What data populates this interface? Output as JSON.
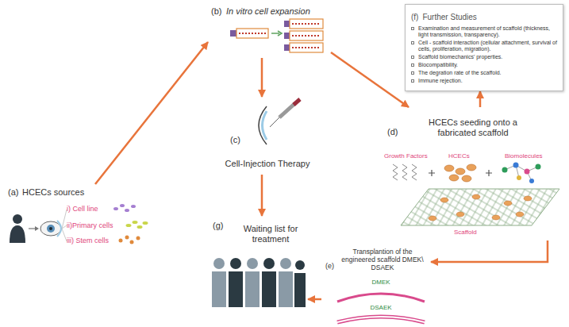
{
  "diagram": {
    "nodes": [
      {
        "text": [
          "(a)",
          "HCECs sources",
          "i) Cell line",
          "ii)Primary cells",
          "iii) Stem cells"
        ]
      },
      {
        "text": [
          "(b)",
          "In vitro cell expansion"
        ]
      },
      {
        "text": [
          "(c)",
          "Cell-Injection Therapy"
        ]
      },
      {
        "text": [
          "(d)",
          "HCECs seeding onto a fabricated scaffold",
          "Growth Factors",
          "HCECs",
          "Biomolecules",
          "Scaffold"
        ]
      },
      {
        "text": [
          "(e)",
          "Transplantion of the engineered scaffold DMEK\\ DSAEK",
          "DMEK",
          "DSAEK"
        ]
      },
      {
        "text": [
          "(f)",
          "Further Studies",
          "Examination and measurement of scaffold (thickness, light transmission, transparency).",
          "Cell - scaffold interaction (cellular attachment, survival of cells, proliferation, migration).",
          "Scaffold biomechanics' properties.",
          "Biocompatibility.",
          "The degration rate of the scaffold.",
          "Immune rejection."
        ]
      },
      {
        "text": [
          "(g)",
          "Waiting list for treatment"
        ]
      }
    ],
    "edges": [
      {
        "from": 0,
        "to": 1,
        "arrow": "to"
      },
      {
        "from": 1,
        "to": 2,
        "arrow": "to"
      },
      {
        "from": 1,
        "to": 3,
        "arrow": "to"
      },
      {
        "from": 2,
        "to": 6,
        "arrow": "to"
      },
      {
        "from": 3,
        "to": 5,
        "arrow": "to"
      },
      {
        "from": 3,
        "to": 4,
        "arrow": "to"
      },
      {
        "from": 4,
        "to": 6,
        "arrow": "to"
      }
    ]
  }
}
